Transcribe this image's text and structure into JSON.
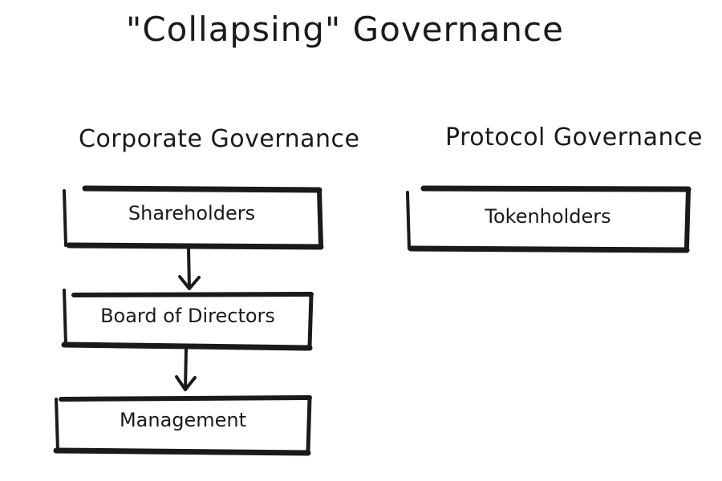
{
  "title": "\"Collapsing\" Governance",
  "corporate": {
    "heading": "Corporate Governance",
    "boxes": [
      "Shareholders",
      "Board of Directors",
      "Management"
    ]
  },
  "protocol": {
    "heading": "Protocol Governance",
    "boxes": [
      "Tokenholders"
    ]
  }
}
